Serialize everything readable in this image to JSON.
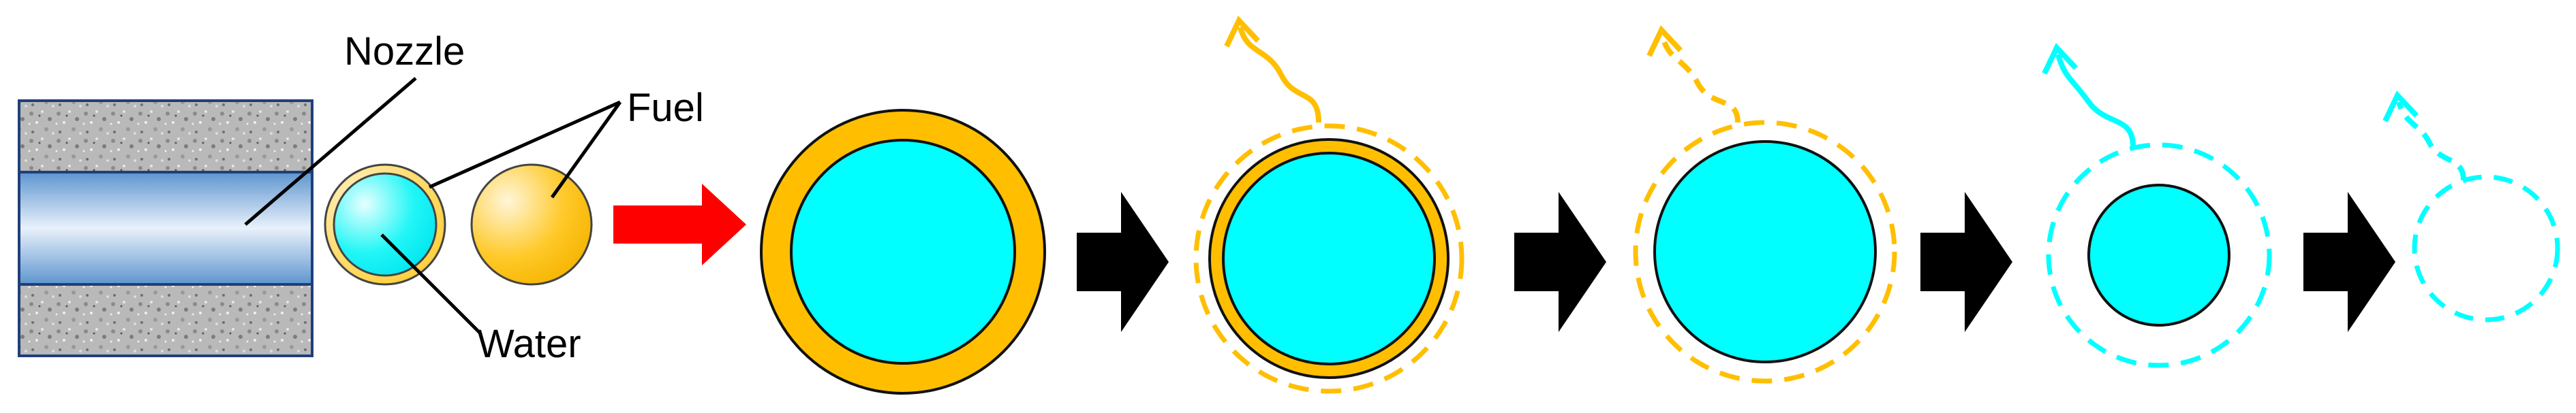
{
  "labels": {
    "nozzle": "Nozzle",
    "fuel": "Fuel",
    "water": "Water"
  },
  "colors": {
    "fuel": "#FFBF00",
    "water": "#00FFFF",
    "arrow_red": "#FF0000",
    "arrow_black": "#000000",
    "nozzle_channel": "#BFD7F0",
    "nozzle_wall": "#B0B0B0"
  },
  "stages": [
    {
      "name": "emulsion-droplet",
      "shell": "solid-fuel"
    },
    {
      "name": "fuel-evaporating",
      "shell": "thin-fuel",
      "vapor": "fuel"
    },
    {
      "name": "fuel-evaporated",
      "shell": "dashed-fuel",
      "vapor": "fuel-dashed"
    },
    {
      "name": "water-evaporating",
      "shell": "dashed-water",
      "vapor": "water"
    },
    {
      "name": "water-evaporated",
      "shell": "none",
      "vapor": "water-dashed"
    }
  ]
}
